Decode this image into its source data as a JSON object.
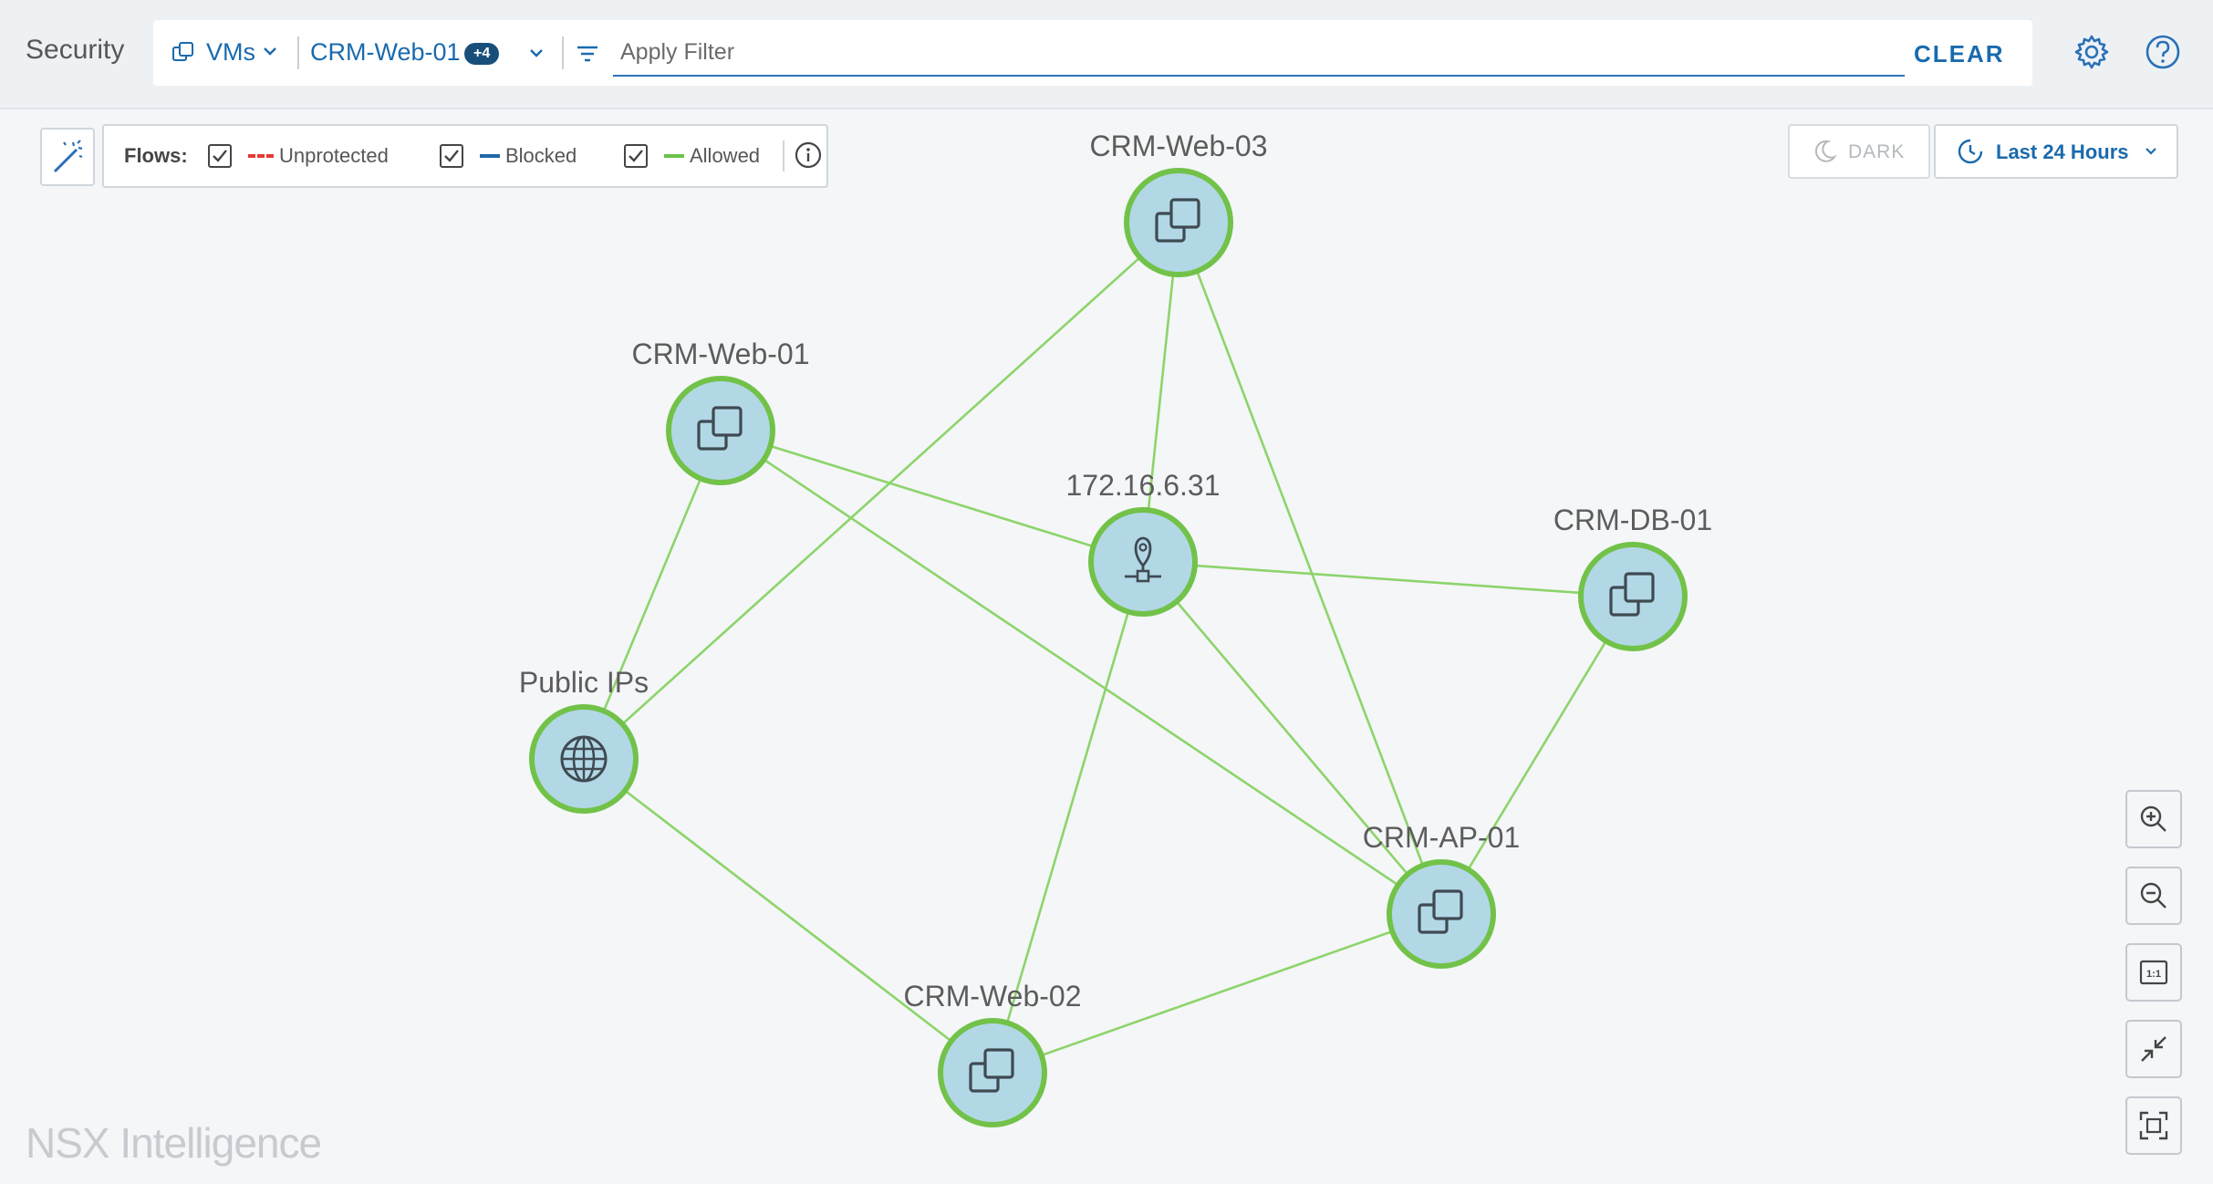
{
  "header": {
    "title": "Security",
    "filter": {
      "type_label": "VMs",
      "selected_vm": "CRM-Web-01",
      "extra_count": "+4",
      "placeholder": "Apply Filter",
      "clear_label": "CLEAR"
    }
  },
  "toolbar": {
    "flows_label": "Flows:",
    "legend": [
      {
        "label": "Unprotected",
        "checked": true,
        "color": "#e53935",
        "style": "dashed"
      },
      {
        "label": "Blocked",
        "checked": true,
        "color": "#2166a8",
        "style": "solid"
      },
      {
        "label": "Allowed",
        "checked": true,
        "color": "#6cc24a",
        "style": "solid"
      }
    ],
    "dark_label": "DARK",
    "time_range": "Last 24 Hours"
  },
  "graph": {
    "node_fill": "#b2d8e6",
    "node_stroke": "#72c249",
    "edge_color": "#8dd46a",
    "nodes": [
      {
        "id": "web03",
        "label": "CRM-Web-03",
        "icon": "vm-icon"
      },
      {
        "id": "web01",
        "label": "CRM-Web-01",
        "icon": "vm-icon"
      },
      {
        "id": "ip",
        "label": "172.16.6.31",
        "icon": "ip-location-icon"
      },
      {
        "id": "db01",
        "label": "CRM-DB-01",
        "icon": "vm-icon"
      },
      {
        "id": "public",
        "label": "Public IPs",
        "icon": "globe-icon"
      },
      {
        "id": "ap01",
        "label": "CRM-AP-01",
        "icon": "vm-icon"
      },
      {
        "id": "web02",
        "label": "CRM-Web-02",
        "icon": "vm-icon"
      }
    ],
    "edges": [
      [
        "web03",
        "public"
      ],
      [
        "web03",
        "ip"
      ],
      [
        "web03",
        "ap01"
      ],
      [
        "web01",
        "ip"
      ],
      [
        "web01",
        "ap01"
      ],
      [
        "web01",
        "public"
      ],
      [
        "ip",
        "db01"
      ],
      [
        "ip",
        "ap01"
      ],
      [
        "ip",
        "web02"
      ],
      [
        "db01",
        "ap01"
      ],
      [
        "public",
        "web02"
      ],
      [
        "web02",
        "ap01"
      ]
    ]
  },
  "watermark": "NSX Intelligence"
}
